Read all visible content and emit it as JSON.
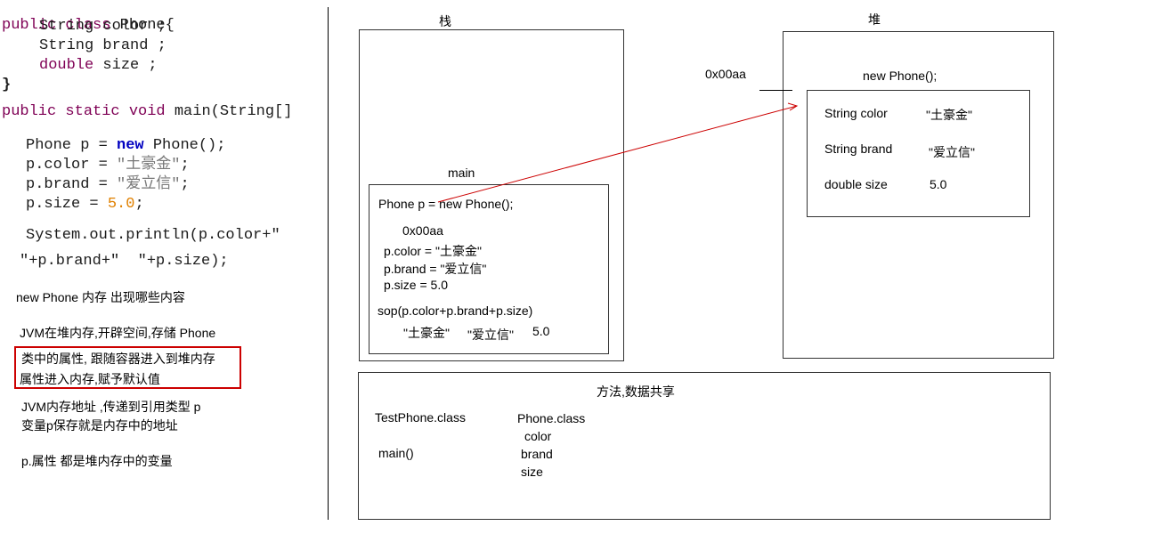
{
  "code": {
    "class_decl": {
      "kw": "public class",
      "name": " Phone{"
    },
    "field1": "String color ;",
    "field2": "String brand ;",
    "field3": {
      "kw": "double",
      "rest": " size ;"
    },
    "close_brace": "}",
    "main_decl": {
      "kw": "public static void",
      "rest": " main(String[]"
    },
    "stmt_new": {
      "pre": "Phone p = ",
      "kw": "new",
      "post": " Phone();"
    },
    "stmt_color": {
      "pre": "p.color = ",
      "str": "\"土豪金\"",
      "post": ";"
    },
    "stmt_brand": {
      "pre": "p.brand = ",
      "str": "\"爱立信\"",
      "post": ";"
    },
    "stmt_size": {
      "pre": "p.size = ",
      "num": "5.0",
      "post": ";"
    },
    "println1": "System.out.println(p.color+\"",
    "println2": "\"+p.brand+\"  \"+p.size);"
  },
  "notes": {
    "n1": "new Phone 内存 出现哪些内容",
    "n2": "JVM在堆内存,开辟空间,存储 Phone",
    "n3a": "类中的属性, 跟随容器进入到堆内存",
    "n3b": "属性进入内存,赋予默认值",
    "n4a": "JVM内存地址 ,传递到引用类型 p",
    "n4b": "变量p保存就是内存中的地址",
    "n5": "p.属性  都是堆内存中的变量"
  },
  "stack": {
    "title": "栈",
    "frame_title": "main",
    "line1": "Phone p = new Phone();",
    "addr": "0x00aa",
    "line2": "p.color = \"土豪金\"",
    "line3": "p.brand = \"爱立信\"",
    "line4": "p.size = 5.0",
    "line5": "sop(p.color+p.brand+p.size)",
    "out1": "\"土豪金\"",
    "out2": "\"爱立信\"",
    "out3": "5.0"
  },
  "heap": {
    "title": "堆",
    "addr": "0x00aa",
    "obj_title": "new Phone();",
    "f1_label": "String color",
    "f1_value": "\"土豪金\"",
    "f2_label": "String brand",
    "f2_value": "\"爱立信\"",
    "f3_label": "double size",
    "f3_value": "5.0"
  },
  "method_area": {
    "title": "方法,数据共享",
    "class1": "TestPhone.class",
    "class1_member": "main()",
    "class2": "Phone.class",
    "class2_m1": "color",
    "class2_m2": "brand",
    "class2_m3": "size"
  },
  "colors": {
    "arrow": "#cc0000",
    "highlight_box": "#cc0000"
  }
}
